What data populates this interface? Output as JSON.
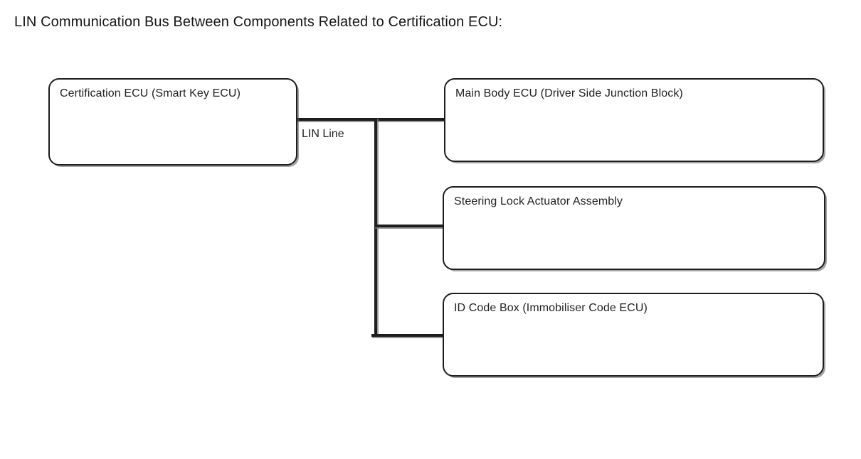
{
  "diagram": {
    "title": "LIN Communication Bus Between Components Related to Certification ECU:",
    "bus_label": "LIN Line",
    "source_node": {
      "id": "certification-ecu",
      "label": "Certification ECU (Smart Key ECU)"
    },
    "target_nodes": [
      {
        "id": "main-body-ecu",
        "label": "Main Body ECU (Driver Side Junction Block)"
      },
      {
        "id": "steering-lock-actuator",
        "label": "Steering Lock Actuator Assembly"
      },
      {
        "id": "id-code-box",
        "label": "ID Code Box (Immobiliser Code ECU)"
      }
    ],
    "colors": {
      "background": "#ffffff",
      "line": "#1d1d1d",
      "line_shadow": "#787878",
      "text": "#222222",
      "title_text": "#161616"
    }
  }
}
